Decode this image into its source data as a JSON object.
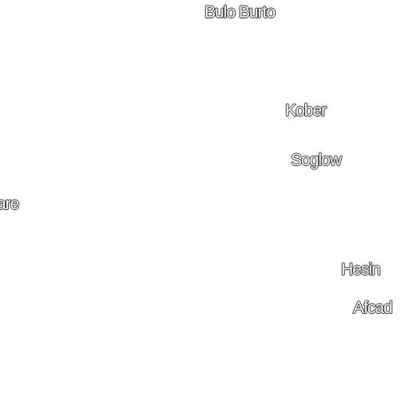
{
  "map": {
    "background": "#ffffff",
    "label_fill": "#ffffff",
    "label_halo": "#333333",
    "places": [
      {
        "name": "Bulo Burto"
      },
      {
        "name": "Kober"
      },
      {
        "name": "Soglow"
      },
      {
        "name": "are"
      },
      {
        "name": "Hesin"
      },
      {
        "name": "Afcad"
      }
    ]
  }
}
